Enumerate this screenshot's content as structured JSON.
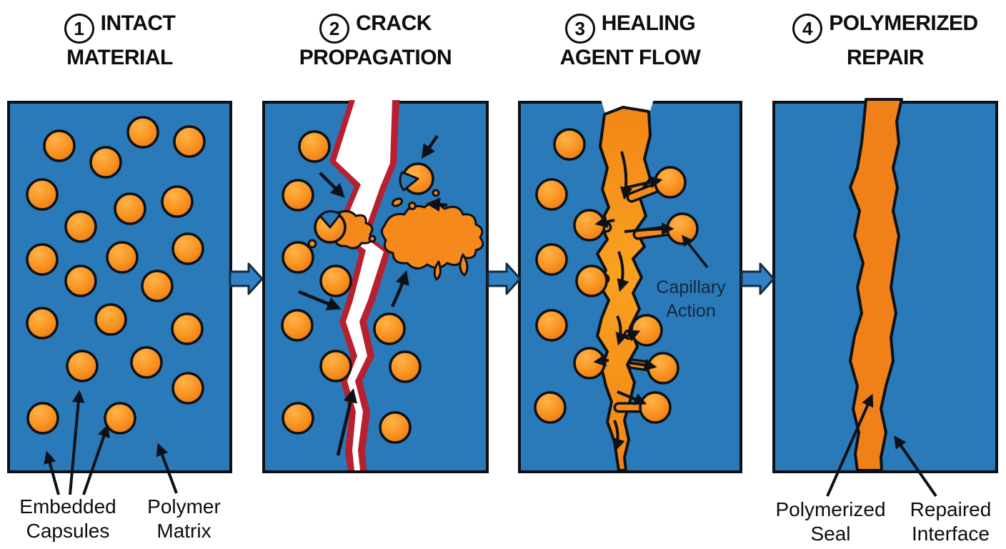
{
  "colors": {
    "matrix_blue": "#2a7ab9",
    "capsule_orange": "#f5891c",
    "capsule_highlight": "#ffb347",
    "capsule_shadow": "#ec7612",
    "outline_dark": "#0d1117",
    "crack_red": "#b81f2f",
    "crack_white": "#ffffff",
    "healing_orange": "#f49a1e",
    "seal_orange": "#f08119",
    "step_arrow_fill": "#3181c4",
    "step_arrow_stroke": "#132c44",
    "label_navy": "#17263f",
    "text_black": "#0d0d0d"
  },
  "steps": [
    {
      "number": "1",
      "title_line1": "INTACT",
      "title_line2": "MATERIAL"
    },
    {
      "number": "2",
      "title_line1": "CRACK",
      "title_line2": "PROPAGATION"
    },
    {
      "number": "3",
      "title_line1": "HEALING",
      "title_line2": "AGENT FLOW"
    },
    {
      "number": "4",
      "title_line1": "POLYMERIZED",
      "title_line2": "REPAIR"
    }
  ],
  "labels": {
    "embedded_capsules": {
      "line1": "Embedded",
      "line2": "Capsules"
    },
    "polymer_matrix": {
      "line1": "Polymer",
      "line2": "Matrix"
    },
    "capillary_action": {
      "line1": "Capillary",
      "line2": "Action"
    },
    "polymerized_seal": {
      "line1": "Polymerized",
      "line2": "Seal"
    },
    "repaired_interface": {
      "line1": "Repaired",
      "line2": "Interface"
    }
  },
  "panels": {
    "intact": {
      "capsule_radius": 21,
      "capsules": [
        [
          83,
          204
        ],
        [
          200,
          185
        ],
        [
          265,
          198
        ],
        [
          148,
          227
        ],
        [
          59,
          272
        ],
        [
          182,
          292
        ],
        [
          248,
          282
        ],
        [
          113,
          317
        ],
        [
          59,
          363
        ],
        [
          171,
          360
        ],
        [
          263,
          348
        ],
        [
          113,
          393
        ],
        [
          220,
          400
        ],
        [
          59,
          452
        ],
        [
          155,
          447
        ],
        [
          262,
          460
        ],
        [
          115,
          512
        ],
        [
          205,
          507
        ],
        [
          60,
          585
        ],
        [
          168,
          585
        ],
        [
          263,
          543
        ]
      ]
    },
    "crack": {
      "capsule_radius": 21,
      "capsules": [
        [
          440,
          205
        ],
        [
          417,
          273
        ],
        [
          462,
          318
        ],
        [
          585,
          250
        ],
        [
          417,
          360
        ],
        [
          470,
          393
        ],
        [
          416,
          455
        ],
        [
          545,
          460
        ],
        [
          470,
          512
        ],
        [
          567,
          513
        ],
        [
          417,
          585
        ],
        [
          553,
          598
        ]
      ]
    },
    "healing": {
      "capsule_radius": 21,
      "free_capsules": [
        [
          797,
          202
        ],
        [
          772,
          272
        ],
        [
          772,
          363
        ],
        [
          772,
          455
        ],
        [
          770,
          570
        ]
      ],
      "attached_capsules": [
        [
          938,
          255,
          884,
          276
        ],
        [
          825,
          315,
          849,
          318
        ],
        [
          955,
          320,
          893,
          328
        ],
        [
          828,
          393,
          846,
          390
        ],
        [
          905,
          462,
          880,
          468
        ],
        [
          825,
          508,
          841,
          505
        ],
        [
          928,
          515,
          885,
          509
        ],
        [
          917,
          570,
          866,
          570
        ]
      ]
    }
  }
}
